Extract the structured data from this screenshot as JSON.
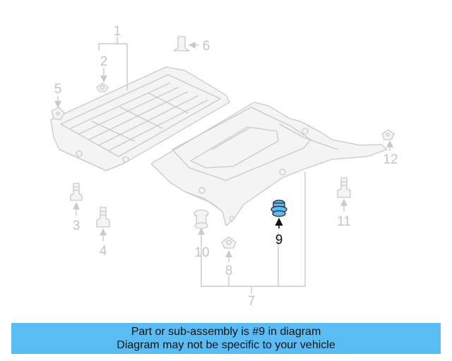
{
  "callouts": {
    "c1": "1",
    "c2": "2",
    "c3": "3",
    "c4": "4",
    "c5": "5",
    "c6": "6",
    "c7": "7",
    "c8": "8",
    "c9": "9",
    "c10": "10",
    "c11": "11",
    "c12": "12"
  },
  "highlight_part": "9",
  "colors": {
    "highlight": "#5bbcf4",
    "ghost": "#c9c9c9",
    "banner": "#5bbcf4"
  },
  "banner": {
    "line1": "Part or sub-assembly is #9 in diagram",
    "line2": "Diagram may not be specific to your vehicle"
  }
}
